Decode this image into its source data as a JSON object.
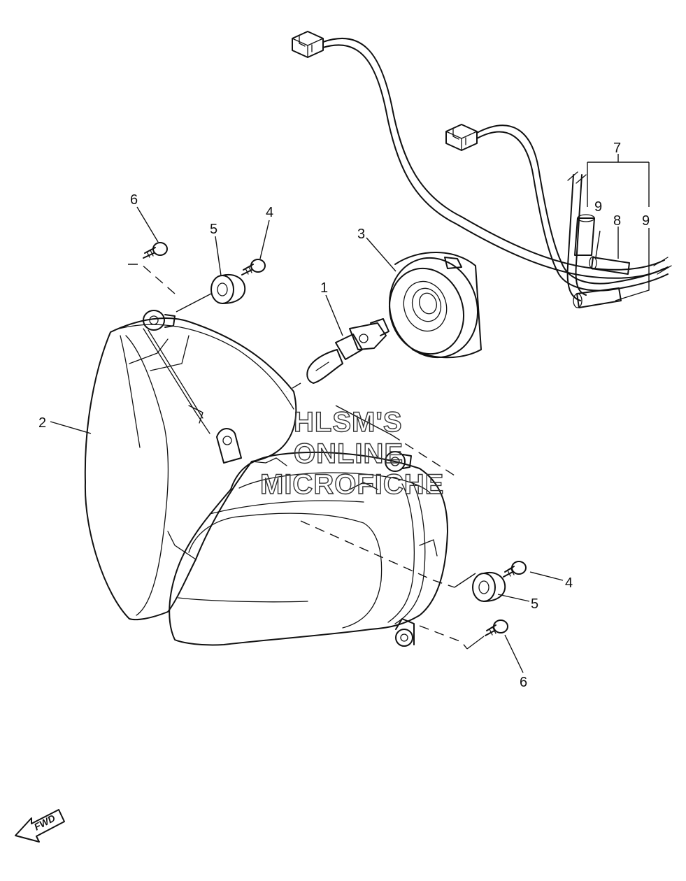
{
  "callouts": [
    {
      "id": "c1",
      "label": "1"
    },
    {
      "id": "c2",
      "label": "2"
    },
    {
      "id": "c3",
      "label": "3"
    },
    {
      "id": "c4a",
      "label": "4"
    },
    {
      "id": "c4b",
      "label": "4"
    },
    {
      "id": "c5a",
      "label": "5"
    },
    {
      "id": "c5b",
      "label": "5"
    },
    {
      "id": "c6a",
      "label": "6"
    },
    {
      "id": "c6b",
      "label": "6"
    },
    {
      "id": "c7",
      "label": "7"
    },
    {
      "id": "c8",
      "label": "8"
    },
    {
      "id": "c9a",
      "label": "9"
    },
    {
      "id": "c9b",
      "label": "9"
    }
  ],
  "watermark": {
    "line1": "HLSM'S",
    "line2": "ONLINE",
    "line3": "MICROFICHE"
  },
  "fwd_label": "FWD"
}
